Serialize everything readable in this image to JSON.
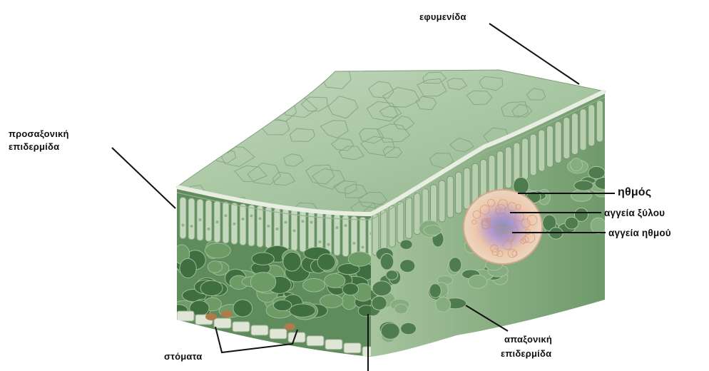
{
  "labels": {
    "cuticle": "εφυμενίδα",
    "adaxial_epidermis_1": "προσαξονική",
    "adaxial_epidermis_2": "επιδερμίδα",
    "phloem": "ηθμός",
    "xylem_vessels": "αγγεία ξύλου",
    "phloem_vessels": "αγγεία ηθμού",
    "stomata": "στόματα",
    "abaxial_epidermis_1": "απαξονική",
    "abaxial_epidermis_2": "επιδερμίδα"
  },
  "colors": {
    "upper_surface": "#a9c7a3",
    "palisade": "#b9d1b2",
    "spongy": "#4f7c4f",
    "bundle_sheath": "#efc7aa",
    "xylem": "#c09ac8",
    "phloem_core": "#7b8fd0",
    "epidermis": "#dfe6d6",
    "line": "#111111"
  }
}
